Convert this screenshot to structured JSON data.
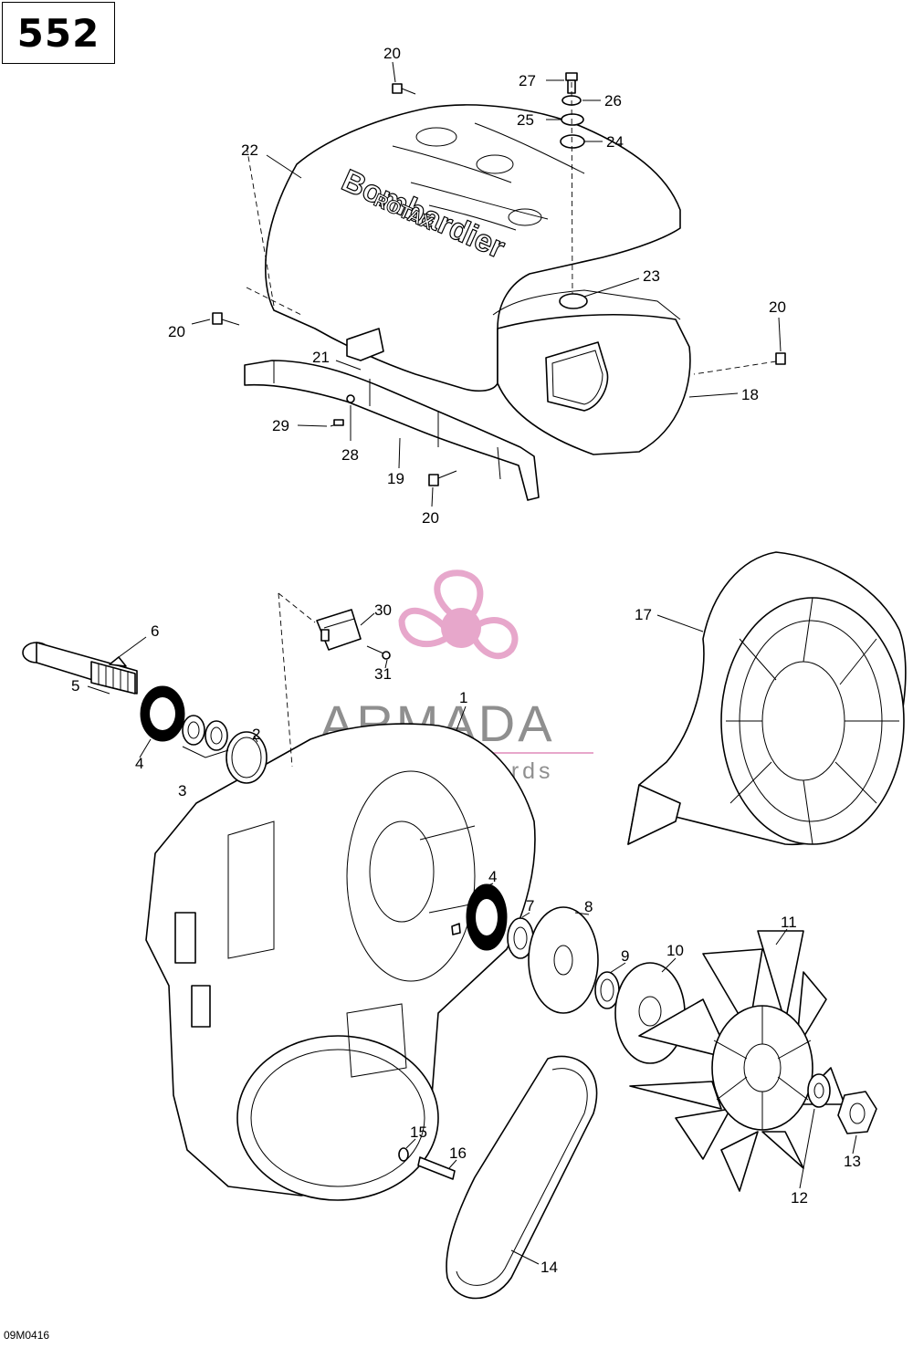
{
  "page_number": "552",
  "reference_code": "09M0416",
  "watermark": {
    "brand": "ARMADA",
    "tagline": "marine outboards",
    "accent_color": "#e6a3c9",
    "text_color": "#8a8a8a"
  },
  "top_labels": {
    "brand_main": "Bombardier",
    "brand_sub": "ROTAX"
  },
  "callouts": [
    {
      "id": "c20a",
      "label": "20"
    },
    {
      "id": "c27",
      "label": "27"
    },
    {
      "id": "c26",
      "label": "26"
    },
    {
      "id": "c25",
      "label": "25"
    },
    {
      "id": "c24",
      "label": "24"
    },
    {
      "id": "c22",
      "label": "22"
    },
    {
      "id": "c23",
      "label": "23"
    },
    {
      "id": "c20b",
      "label": "20"
    },
    {
      "id": "c20c",
      "label": "20"
    },
    {
      "id": "c21",
      "label": "21"
    },
    {
      "id": "c18",
      "label": "18"
    },
    {
      "id": "c29",
      "label": "29"
    },
    {
      "id": "c28",
      "label": "28"
    },
    {
      "id": "c19",
      "label": "19"
    },
    {
      "id": "c20d",
      "label": "20"
    },
    {
      "id": "c30",
      "label": "30"
    },
    {
      "id": "c31",
      "label": "31"
    },
    {
      "id": "c6",
      "label": "6"
    },
    {
      "id": "c5",
      "label": "5"
    },
    {
      "id": "c1",
      "label": "1"
    },
    {
      "id": "c17",
      "label": "17"
    },
    {
      "id": "c2",
      "label": "2"
    },
    {
      "id": "c4a",
      "label": "4"
    },
    {
      "id": "c3",
      "label": "3"
    },
    {
      "id": "c4b",
      "label": "4"
    },
    {
      "id": "c7",
      "label": "7"
    },
    {
      "id": "c8",
      "label": "8"
    },
    {
      "id": "c11",
      "label": "11"
    },
    {
      "id": "c9",
      "label": "9"
    },
    {
      "id": "c10",
      "label": "10"
    },
    {
      "id": "c15",
      "label": "15"
    },
    {
      "id": "c16",
      "label": "16"
    },
    {
      "id": "c13",
      "label": "13"
    },
    {
      "id": "c12",
      "label": "12"
    },
    {
      "id": "c14",
      "label": "14"
    }
  ]
}
